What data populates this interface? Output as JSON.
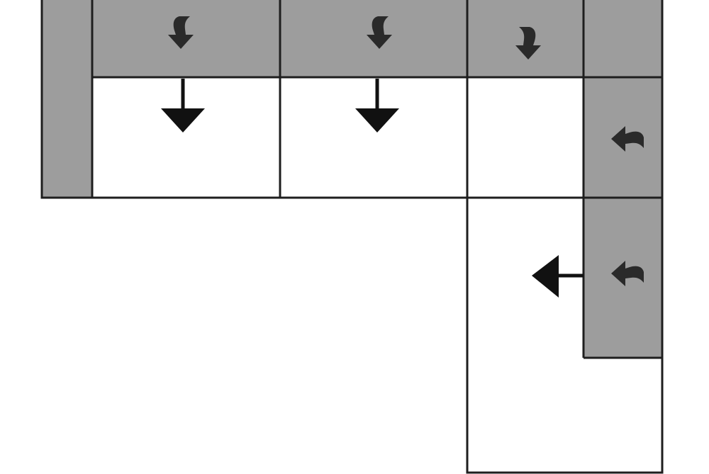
{
  "colors": {
    "background": "#ffffff",
    "shaded_cell": "#9d9d9d",
    "outline": "#1e1e1e",
    "arrow": "#111111",
    "curved_arrow": "#2a2a2a"
  },
  "icons": {
    "small_arrow": "curved-arrow-icon",
    "large_arrow": "straight-arrow-icon"
  },
  "grid": {
    "shaded_cells": 7,
    "white_cells": 5,
    "curved_arrows": [
      "down",
      "down",
      "down",
      "left",
      "left"
    ],
    "straight_arrows": [
      "down",
      "down",
      "left"
    ]
  }
}
